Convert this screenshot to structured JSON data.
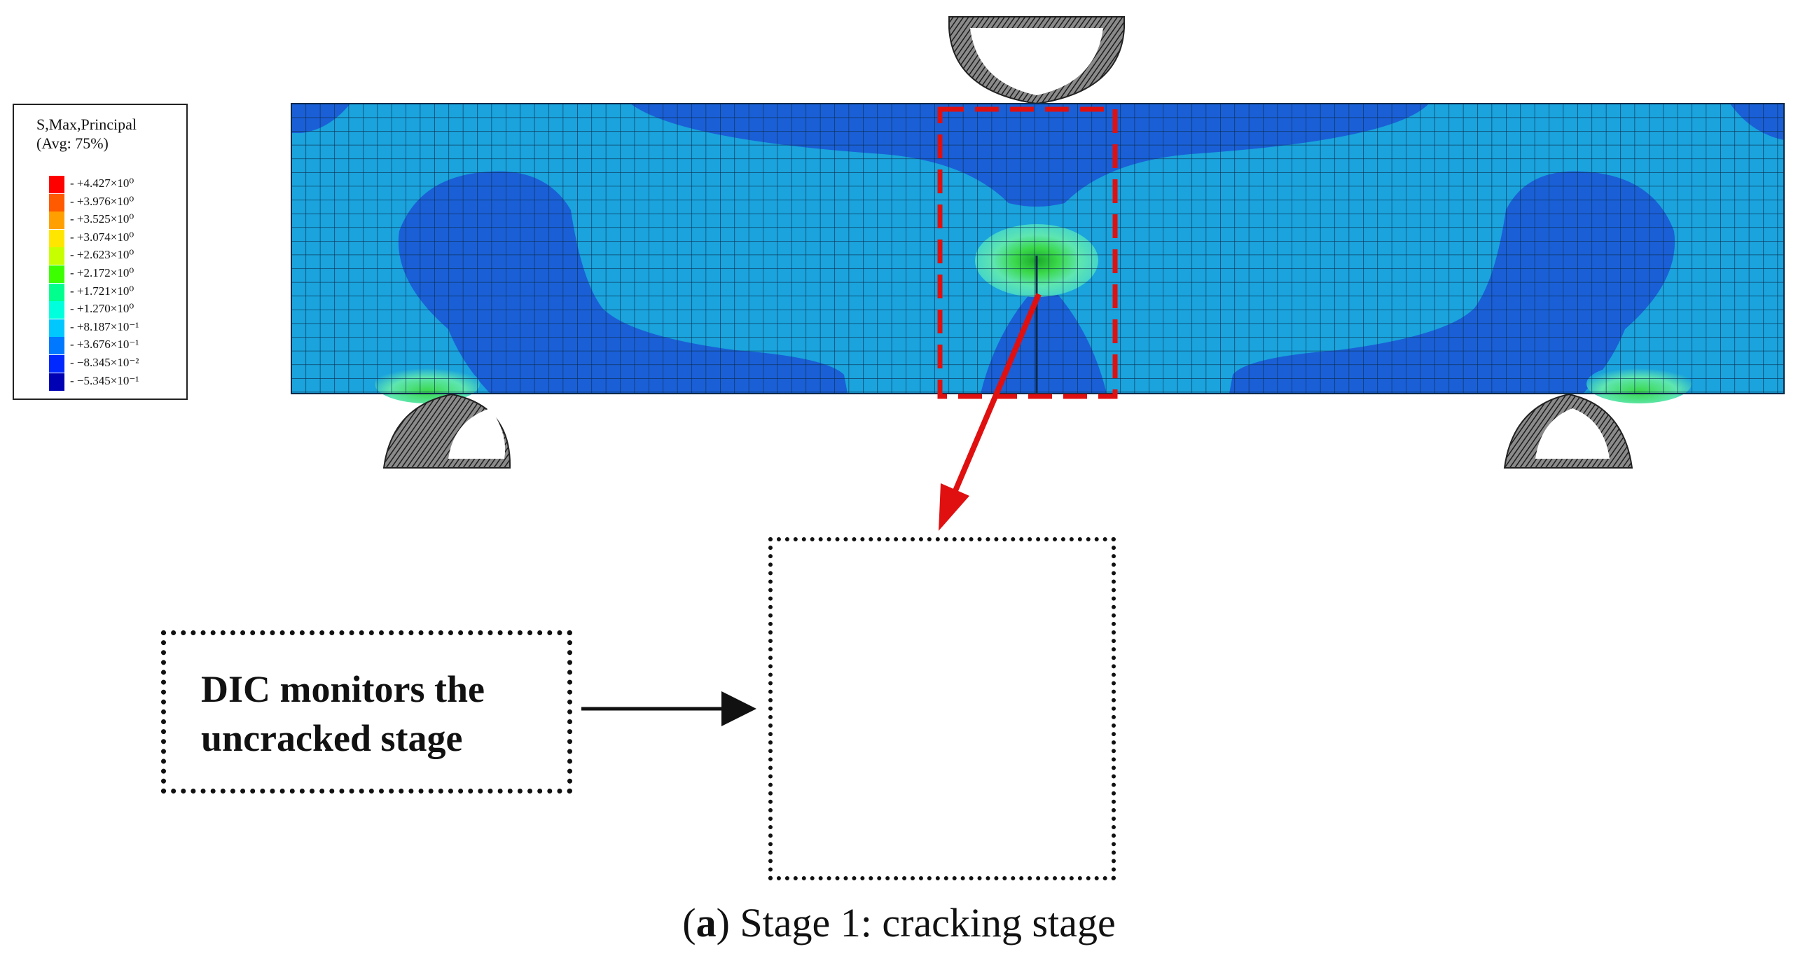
{
  "legend": {
    "title_line1": "S,Max,Principal",
    "title_line2": "(Avg: 75%)",
    "entries": [
      {
        "label": "+4.427×10⁰",
        "color": "#ff0000"
      },
      {
        "label": "+3.976×10⁰",
        "color": "#ff5a00"
      },
      {
        "label": "+3.525×10⁰",
        "color": "#ffa000"
      },
      {
        "label": "+3.074×10⁰",
        "color": "#ffe600"
      },
      {
        "label": "+2.623×10⁰",
        "color": "#c8ff00"
      },
      {
        "label": "+2.172×10⁰",
        "color": "#3cff00"
      },
      {
        "label": "+1.721×10⁰",
        "color": "#00ff8c"
      },
      {
        "label": "+1.270×10⁰",
        "color": "#00ffdc"
      },
      {
        "label": "+8.187×10⁻¹",
        "color": "#00c8ff"
      },
      {
        "label": "+3.676×10⁻¹",
        "color": "#0078ff"
      },
      {
        "label": "−8.345×10⁻²",
        "color": "#0028ff"
      },
      {
        "label": "−5.345×10⁻¹",
        "color": "#0000b4"
      }
    ]
  },
  "annotation": {
    "line1": "DIC monitors the",
    "line2": "uncracked stage"
  },
  "caption": {
    "prefix_open": "(",
    "letter": "a",
    "rest": ") Stage 1: cracking stage"
  },
  "colors": {
    "beam_base": "#1aa3dc",
    "beam_dark": "#1a5fd6",
    "mesh": "#0b2a4a",
    "highlight_box": "#e01010",
    "dic_green": "#2df22d"
  }
}
